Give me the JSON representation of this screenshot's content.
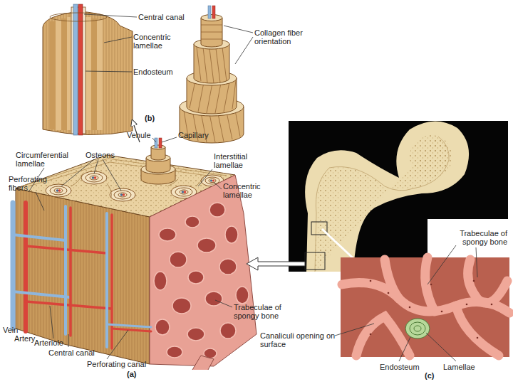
{
  "diagram": {
    "labels": [
      "Central canal",
      "Concentric lamellae",
      "Endosteum",
      "Collagen fiber orientation",
      "(b)",
      "Venule",
      "Capillary",
      "Circumferential lamellae",
      "Osteons",
      "Interstitial lamellae",
      "Perforating fibers",
      "Concentric lamellae",
      "Trabeculae of spongy bone",
      "Trabeculae of spongy bone",
      "Canaliculi opening on surface",
      "Vein",
      "Artery",
      "Arteriole",
      "Central canal",
      "Perforating canal",
      "(a)",
      "Endosteum",
      "Lamellae",
      "(c)"
    ]
  }
}
